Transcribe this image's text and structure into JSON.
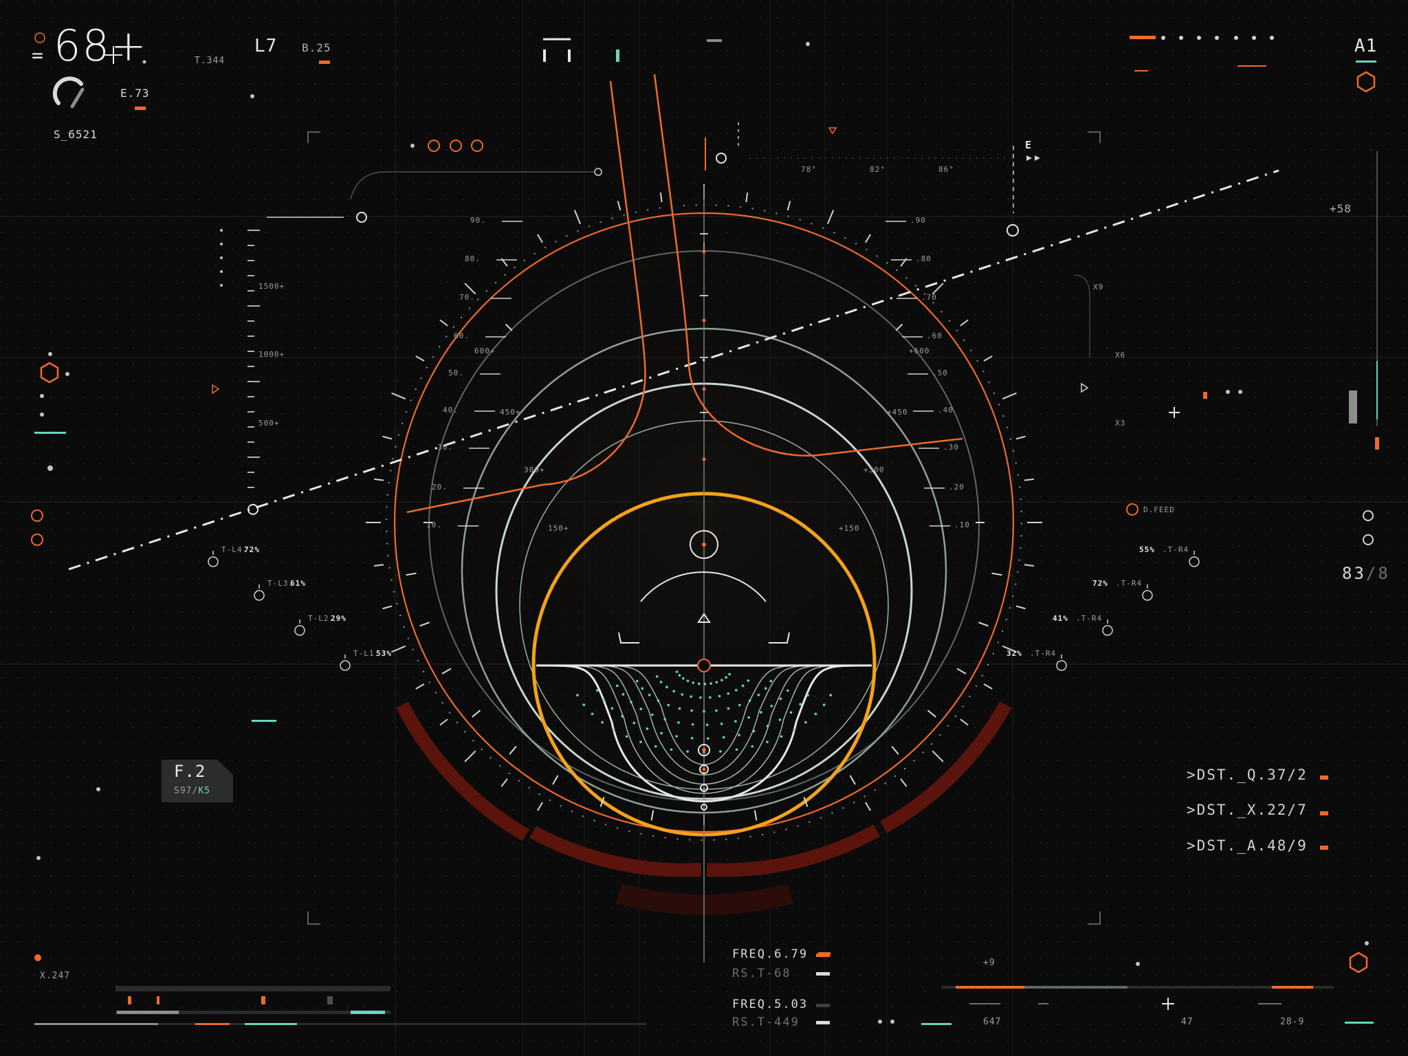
{
  "top_left": {
    "readout": "68+",
    "t_code": "T.344",
    "l_code": "L7",
    "b_code": "B.25",
    "e_code": "E.73",
    "s_code": "S_6521"
  },
  "top_right": {
    "code": "A1",
    "readout": "+58"
  },
  "compass": {
    "heading_marker": "E",
    "ticks": [
      "78°",
      "82°",
      "86°"
    ]
  },
  "pitch_left": [
    "90.",
    "80.",
    "70.",
    "60.",
    "50.",
    "40.",
    "30.",
    "20.",
    "10."
  ],
  "pitch_right": [
    ".90",
    ".80",
    ".70",
    ".60",
    ".50",
    ".40",
    ".30",
    ".20",
    ".10"
  ],
  "range_left": [
    "600+",
    "450+",
    "300+",
    "150+"
  ],
  "range_right": [
    "+600",
    "+450",
    "+300",
    "+150"
  ],
  "altitude_scale": [
    "1500+",
    "1000+",
    "500+"
  ],
  "x_marks": [
    "X9",
    "X6",
    "X3"
  ],
  "d_feed": "D.FEED",
  "targets_left": [
    {
      "label": "T-L4.",
      "pct": "72%"
    },
    {
      "label": "T-L3.",
      "pct": "61%"
    },
    {
      "label": "T-L2.",
      "pct": "29%"
    },
    {
      "label": "T-L1.",
      "pct": "53%"
    }
  ],
  "targets_right": [
    {
      "label": ".T-R4",
      "pct": "55%"
    },
    {
      "label": ".T-R4",
      "pct": "72%"
    },
    {
      "label": ".T-R4",
      "pct": "41%"
    },
    {
      "label": ".T-R4",
      "pct": "32%"
    }
  ],
  "right_counter": {
    "value": "83",
    "max": "8"
  },
  "f_panel": {
    "title": "F.2",
    "sub_a": "S97/",
    "sub_b": "K5"
  },
  "bottom_left": {
    "x_code": "X.247"
  },
  "dst_list": [
    ">DST._Q.37/2",
    ">DST._X.22/7",
    ">DST._A.48/9"
  ],
  "freq": [
    {
      "freq": "FREQ.6.79",
      "rs": "RS.T-68"
    },
    {
      "freq": "FREQ.5.03",
      "rs": "RS.T-449"
    }
  ],
  "bottom_right": {
    "plus_code": "+9",
    "left_val": "647",
    "mid_val": "47",
    "right_val": "28-9"
  },
  "colors": {
    "orange": "#f06a2a",
    "amber": "#f5a21a",
    "teal": "#66d6bf",
    "pale": "#c9d6cf",
    "red": "#5a140c"
  }
}
